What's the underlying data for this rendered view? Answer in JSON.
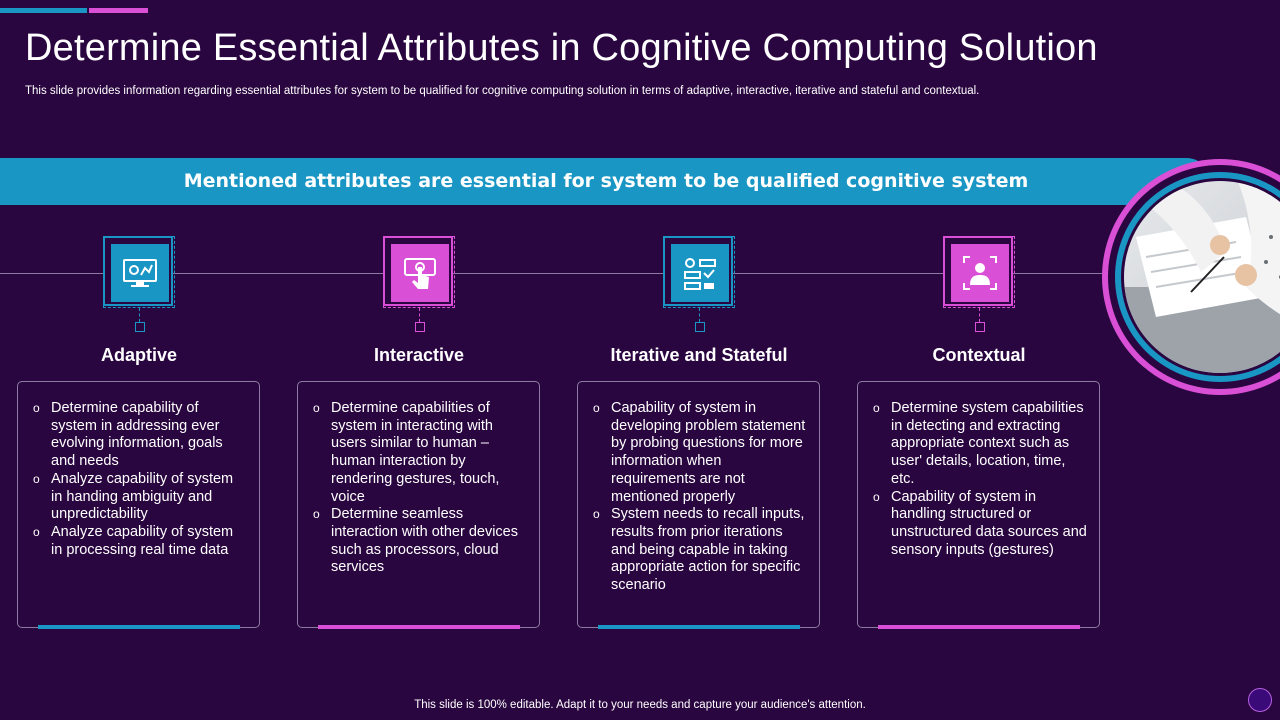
{
  "title": "Determine Essential Attributes in Cognitive Computing Solution",
  "subtitle": "This slide provides information regarding essential attributes for system to be qualified for cognitive computing solution in terms of adaptive, interactive, iterative and stateful and contextual.",
  "banner": "Mentioned attributes are essential for system to be qualified cognitive system",
  "colors": {
    "background": "#2a0640",
    "blue": "#1a96c4",
    "pink": "#d94fd6",
    "border": "#8d7aa0"
  },
  "attributes": [
    {
      "icon": "monitor-gear-icon",
      "title": "Adaptive",
      "accent": "#1a96c4",
      "points": [
        "Determine capability of system in addressing ever evolving information, goals and needs",
        "Analyze capability of system in handing ambiguity and unpredictability",
        "Analyze capability of system in processing real time data"
      ]
    },
    {
      "icon": "touch-screen-icon",
      "title": "Interactive",
      "accent": "#d94fd6",
      "points": [
        "Determine capabilities of system in interacting with users similar to human – human interaction by rendering gestures, touch, voice",
        "Determine seamless interaction with other devices such as processors, cloud services"
      ]
    },
    {
      "icon": "workflow-icon",
      "title": "Iterative and Stateful",
      "accent": "#1a96c4",
      "points": [
        "Capability of system in developing problem statement by probing questions for more information when requirements are not mentioned properly",
        "System needs to recall inputs, results from prior iterations and being capable in taking appropriate action for specific scenario"
      ]
    },
    {
      "icon": "user-focus-icon",
      "title": "Contextual",
      "accent": "#d94fd6",
      "points": [
        "Determine system capabilities in detecting and extracting appropriate context such as user' details, location, time, etc.",
        "Capability of system in handling structured or unstructured data sources and sensory inputs (gestures)"
      ]
    }
  ],
  "footer": "This slide is 100% editable. Adapt it to your needs and capture your audience's attention."
}
